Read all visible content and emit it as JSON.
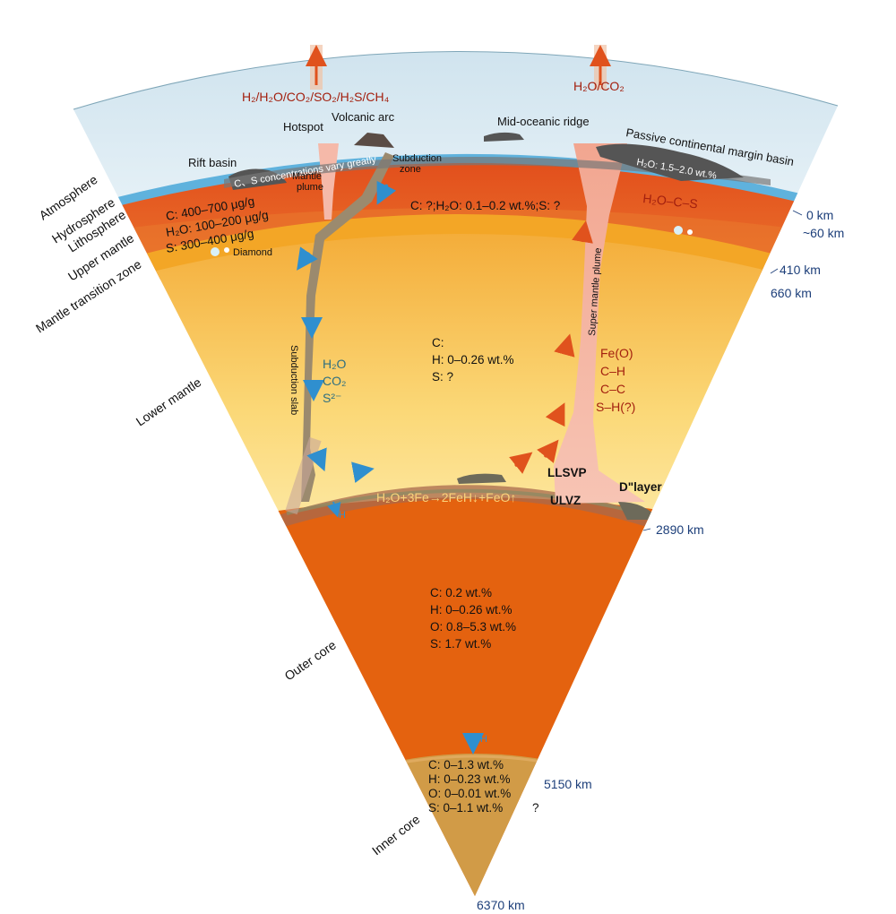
{
  "layers": {
    "atmosphere": "Atmosphere",
    "hydrosphere": "Hydrosphere",
    "lithosphere": "Lithosphere",
    "upper_mantle": "Upper mantle",
    "transition_zone": "Mantle transition zone",
    "lower_mantle": "Lower mantle",
    "outer_core": "Outer core",
    "inner_core": "Inner core"
  },
  "depths": {
    "d0": "0 km",
    "d60": "~60 km",
    "d410": "410 km",
    "d660": "660 km",
    "d2890": "2890 km",
    "d5150": "5150 km",
    "d6370": "6370 km"
  },
  "gases": {
    "left": "H₂/H₂O/CO₂/SO₂/H₂S/CH₄",
    "right": "H₂O/CO₂"
  },
  "features": {
    "rift_basin": "Rift basin",
    "hotspot": "Hotspot",
    "volcanic_arc": "Volcanic arc",
    "mid_ocean_ridge": "Mid-oceanic ridge",
    "passive_margin": "Passive continental margin basin",
    "cs_concentration": "C、S concentrations vary greatly",
    "margin_water": "H₂O: 1.5–2.0 wt.%",
    "mantle_plume_1": "Mantle",
    "mantle_plume_2": "plume",
    "subduction_zone_1": "Subduction",
    "subduction_zone_2": "zone",
    "subduction_slab": "Subduction slab",
    "super_plume": "Super mantle plume",
    "diamond": "Diamond",
    "llsvp": "LLSVP",
    "ulvz": "ULVZ",
    "d_layer": "D\"layer",
    "cmb_reaction": "H₂O+3Fe→2FeH↓+FeO↑",
    "h_arrow_1": "H",
    "h_arrow_2": "H"
  },
  "lithosphere_chem": {
    "c": "C: 400–700 μg/g",
    "h2o": "H₂O: 100–200 μg/g",
    "s": "S: 300–400 μg/g"
  },
  "upper_mantle_chem": "C: ?;H₂O: 0.1–0.2 wt.%;S: ?",
  "upper_mantle_species": "H₂O–C–S",
  "lower_mantle_chem": {
    "c": "C:",
    "h": "H: 0–0.26 wt.%",
    "s": "S: ?"
  },
  "slab_volatiles": {
    "h2o": "H₂O",
    "co2": "CO₂",
    "s": "S²⁻"
  },
  "plume_species": {
    "feo": "Fe(O)",
    "ch": "C–H",
    "cc": "C–C",
    "sh": "S–H(?)"
  },
  "outer_core_chem": {
    "c": "C: 0.2 wt.%",
    "h": "H: 0–0.26 wt.%",
    "o": "O: 0.8–5.3 wt.%",
    "s": "S: 1.7 wt.%"
  },
  "inner_core_chem": {
    "c": "C: 0–1.3 wt.%",
    "h": "H: 0–0.23 wt.%",
    "o": "O: 0–0.01 wt.%",
    "s": "S: 0–1.1 wt.%",
    "q": "?"
  },
  "colors": {
    "atmosphere": "#dcebf3",
    "lithosphere": "#e0662a",
    "transition": "#f3a626",
    "lower_mantle_top": "#f5b53f",
    "lower_mantle_bottom": "#fdf3b8",
    "outer_core": "#e4620f",
    "inner_core": "#cf9a44",
    "plume": "#f6b8a8",
    "slab": "#9b8a6e",
    "arrow_red": "#e0521d",
    "arrow_blue": "#2f8fcf"
  }
}
